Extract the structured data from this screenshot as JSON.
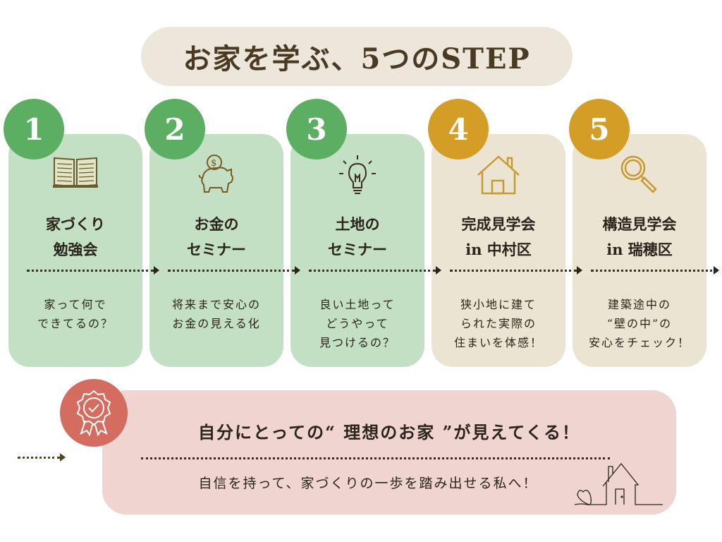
{
  "title": "お家を学ぶ、5つのSTEP",
  "steps": [
    {
      "number": "1",
      "icon": "book-icon",
      "title": [
        "家づくり",
        "勉強会"
      ],
      "desc": [
        "家って何で",
        "できてるの？"
      ],
      "theme": "green"
    },
    {
      "number": "2",
      "icon": "piggy-bank-icon",
      "title": [
        "お金の",
        "セミナー"
      ],
      "desc": [
        "将来まで安心の",
        "お金の見える化"
      ],
      "theme": "green"
    },
    {
      "number": "3",
      "icon": "lightbulb-icon",
      "title": [
        "土地の",
        "セミナー"
      ],
      "desc": [
        "良い土地って",
        "どうやって",
        "見つけるの？"
      ],
      "theme": "green"
    },
    {
      "number": "4",
      "icon": "house-icon",
      "title": [
        "完成見学会",
        "in 中村区"
      ],
      "desc": [
        "狭小地に建て",
        "られた実際の",
        "住まいを体感！"
      ],
      "theme": "gold"
    },
    {
      "number": "5",
      "icon": "magnifier-icon",
      "title": [
        "構造見学会",
        "in 瑞穂区"
      ],
      "desc": [
        "建築途中の",
        "“壁の中”の",
        "安心をチェック！"
      ],
      "theme": "gold"
    }
  ],
  "result": {
    "title": "自分にとっての“ 理想のお家 ”が見えてくる！",
    "subtitle": "自信を持って、家づくりの一歩を踏み出せる私へ！"
  },
  "colors": {
    "green_card": "#c3dfc4",
    "green_circle": "#5cae63",
    "beige_card": "#ece4d3",
    "gold_circle": "#d49d26",
    "pink": "#f0d4d0",
    "badge": "#d46c60"
  }
}
